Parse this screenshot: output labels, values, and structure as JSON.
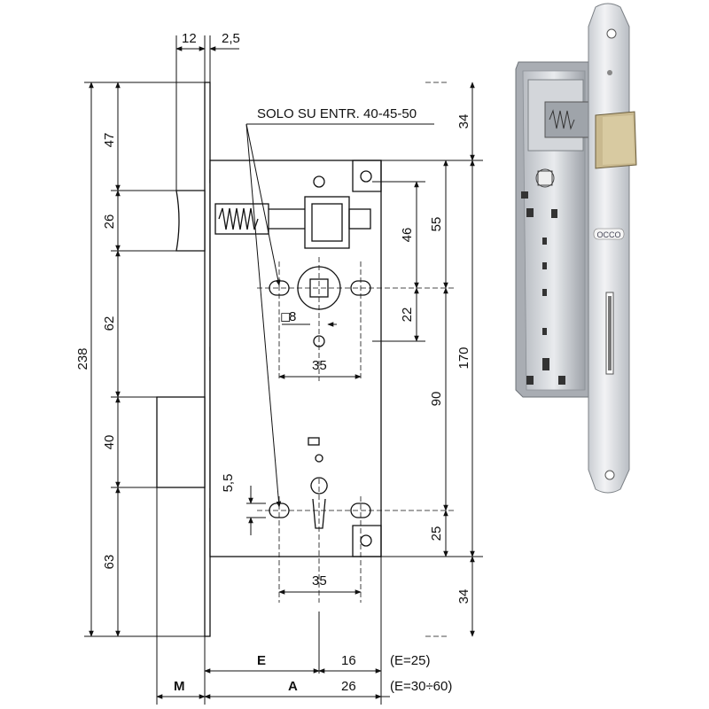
{
  "note": "SOLO SU ENTR. 40-45-50",
  "dims": {
    "top_12": "12",
    "top_2_5": "2,5",
    "left_47": "47",
    "left_26": "26",
    "left_62": "62",
    "left_40": "40",
    "left_63": "63",
    "overall_238": "238",
    "right_34_top": "34",
    "right_55": "55",
    "right_46": "46",
    "right_22": "22",
    "right_90": "90",
    "right_170": "170",
    "right_25": "25",
    "right_34_bottom": "34",
    "spindle_8": "8",
    "hole_spacing_35_top": "35",
    "hole_spacing_35_bottom": "35",
    "slot_5_5": "5,5",
    "bottom_E": "E",
    "bottom_16": "16",
    "bottom_E25": "(E=25)",
    "bottom_M": "M",
    "bottom_A": "A",
    "bottom_26": "26",
    "bottom_E30_60": "(E=30÷60)"
  },
  "photo": {
    "brand_mark": "OCCO",
    "product": "mortise-lock"
  }
}
